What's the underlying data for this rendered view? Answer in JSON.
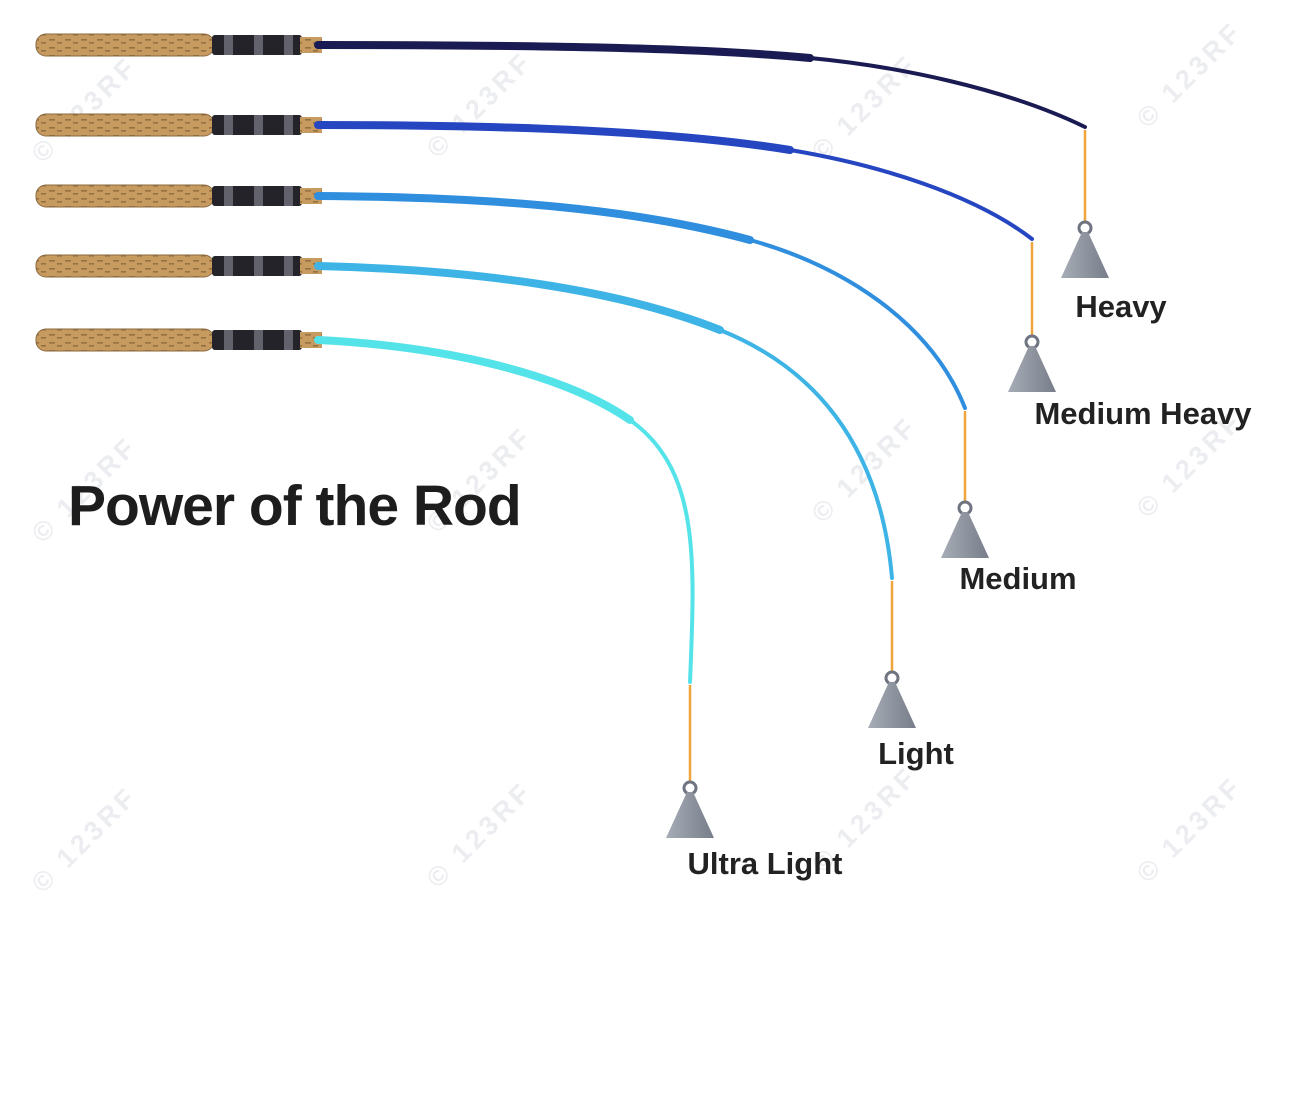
{
  "title": "Power of the Rod",
  "watermark": {
    "text": "© 123RF"
  },
  "rods": [
    {
      "label": "Heavy",
      "color": "#1a1b52"
    },
    {
      "label": "Medium Heavy",
      "color": "#2546c0"
    },
    {
      "label": "Medium",
      "color": "#2f8ede"
    },
    {
      "label": "Light",
      "color": "#3db4e5"
    },
    {
      "label": "Ultra Light",
      "color": "#55e3ea"
    }
  ],
  "colors": {
    "line": "#f0a43c",
    "cork": "#c79a60",
    "cork_dark": "#8a6a3e",
    "seat": "#232329",
    "band": "#62626c",
    "weight_light": "#a7adb6",
    "weight": "#767d89",
    "weight_dark": "#6e7480"
  }
}
